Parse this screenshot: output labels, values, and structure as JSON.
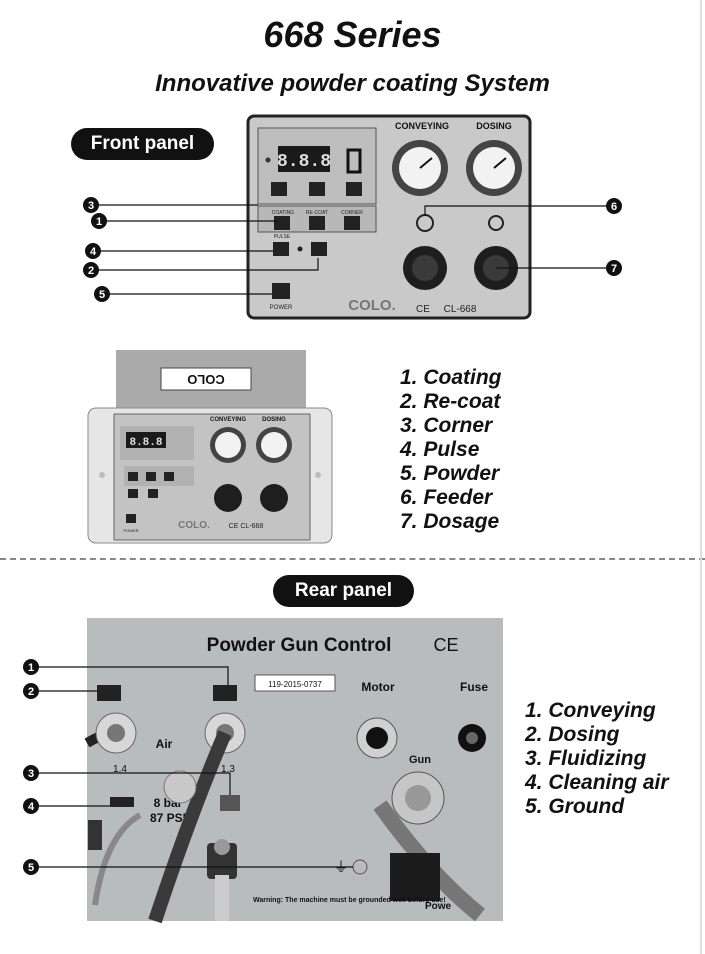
{
  "header": {
    "title": "668 Series",
    "subtitle": "Innovative powder coating System"
  },
  "front_panel": {
    "label": "Front panel",
    "display_digits": "8.8.8",
    "gauge_labels": [
      "CONVEYING",
      "DOSING"
    ],
    "button_labels": [
      "COATING",
      "RE-COAT",
      "CORNER"
    ],
    "pulse_label": "PULSE",
    "power_label": "POWER",
    "brand": "COLO.",
    "ce_mark": "CE",
    "model": "CL-668",
    "callouts": [
      "1",
      "2",
      "3",
      "4",
      "5",
      "6",
      "7"
    ]
  },
  "front_legend": [
    "1. Coating",
    "2. Re-coat",
    "3. Corner",
    "4. Pulse",
    "5. Powder",
    "6. Feeder",
    "7. Dosage"
  ],
  "device_photo": {
    "sticker": "COLO",
    "gauge_labels": [
      "CONVEYING",
      "DOSING"
    ],
    "brand": "COLO.",
    "model": "CE CL-668",
    "power_label": "POWER"
  },
  "rear_panel": {
    "label": "Rear panel",
    "heading": "Powder Gun Control",
    "ce_mark": "CE",
    "serial": "119-2015-0737",
    "motor_label": "Motor",
    "fuse_label": "Fuse",
    "gun_label": "Gun",
    "air_label": "Air",
    "pressure_bar": "8 bar",
    "pressure_psi": "87 PSI",
    "fitting_labels": [
      "1.4",
      "1.3"
    ],
    "warning": "Warning: The machine must be grounded well before use!",
    "power_label": "Powe",
    "callouts": [
      "1",
      "2",
      "3",
      "4",
      "5"
    ]
  },
  "rear_legend": [
    "1. Conveying",
    "2. Dosing",
    "3. Fluidizing",
    "4. Cleaning air",
    "5. Ground"
  ]
}
